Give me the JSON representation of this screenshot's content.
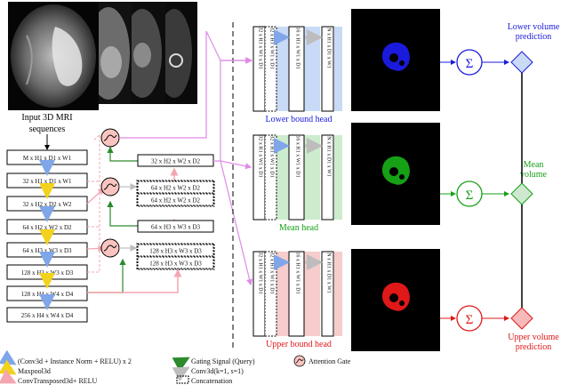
{
  "input": {
    "caption_line1": "Input 3D MRI",
    "caption_line2": "sequences"
  },
  "encoder": [
    "M x  H1 x D1 x W1",
    "32 x H1 x D1 x W1",
    "32 x H2 x D2 x W2",
    "64 x H2 x W2 x D2",
    "64 x H3 x W3 x D3",
    "128 x H3 x W3 x D3",
    "128 x H4 x W4 x D4",
    "256 x  H4 x W4 x D4"
  ],
  "decoder": {
    "level1": "32 x H2 x W2 x D2",
    "level2_concat": [
      "64 x  H2 x W2 x D2",
      "64 x H2 x W2 x D2"
    ],
    "level2": "64 x H3 x W3 x D3",
    "level3_concat": [
      "128 x H3 x W3 x D3",
      "128 x H3 x W3 x D3"
    ]
  },
  "head_blocks": [
    "32 x H1 x W1 x D1",
    "32 x H1 x W1 x D1",
    "16 x H1 x W1 x D1",
    "N x H1 x D1 x W1"
  ],
  "heads": [
    {
      "label": "Lower bound head",
      "color": "#1a1adc",
      "fill": "#c8daf5",
      "output_line1": "Lower volume",
      "output_line2": "prediction"
    },
    {
      "label": "Mean head",
      "color": "#16a016",
      "fill": "#cdeccd",
      "output_line1": "Mean",
      "output_line2": "volume"
    },
    {
      "label": "Upper bound head",
      "color": "#e01818",
      "fill": "#f7cccc",
      "output_line1": "Upper volume",
      "output_line2": "prediction"
    }
  ],
  "sum_symbol": "Σ",
  "legend": {
    "conv": "(Conv3d + Instance Norm + RELU) x 2",
    "maxpool": "Maxpool3d",
    "convtrans": "ConvTransposed3d+ RELU",
    "gating": "Gating Signal (Query)",
    "conv1x1": "Conv3d(k=1, s=1)",
    "concat": "Concatenation",
    "attention": "Attention Gate"
  },
  "colors": {
    "conv_arrow": "#7fa6e8",
    "maxpool_arrow": "#f2d21c",
    "convtrans_arrow": "#f4a6b0",
    "gating_arrow": "#2d8a2d",
    "conv1x1_arrow": "#c0c0c0",
    "skip_arrow": "#e08ae8",
    "attention_gate": "#f9c4c0",
    "diamond_fill": "#cfe8cf"
  }
}
